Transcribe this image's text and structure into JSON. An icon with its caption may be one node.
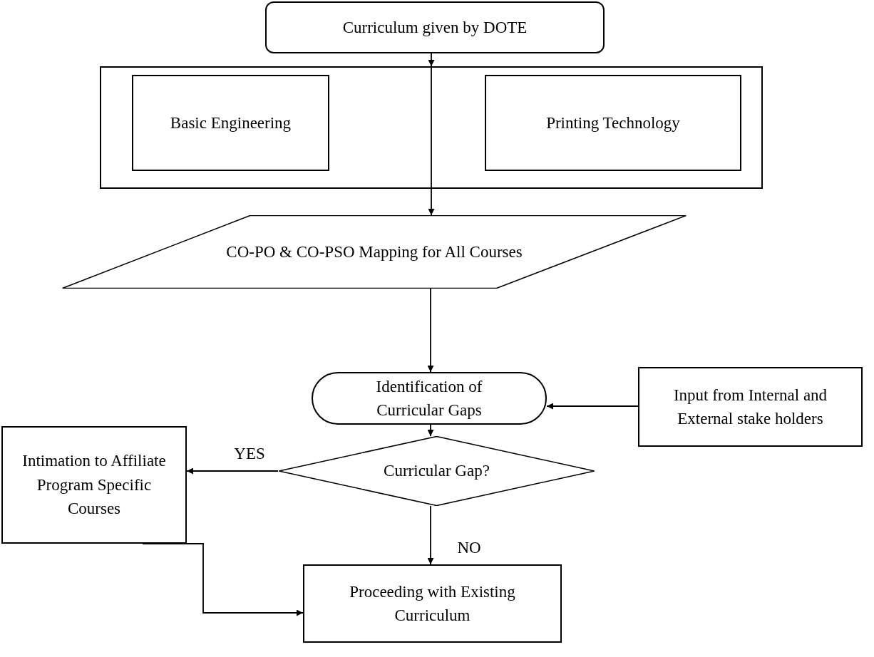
{
  "diagram": {
    "nodes": [
      {
        "text": [
          "Curriculum given by DOTE"
        ]
      },
      {
        "text": [],
        "shape": "box"
      },
      {
        "text": [
          "Basic Engineering"
        ],
        "in": 1
      },
      {
        "text": [
          "Printing Technology"
        ],
        "in": 1
      },
      {
        "text": [
          "CO-PO & CO-PSO Mapping for All Courses"
        ]
      },
      {
        "text": [
          "Identification of Curricular Gaps"
        ]
      },
      {
        "text": [
          "Input from Internal and External stake holders"
        ]
      },
      {
        "text": [
          "Curricular Gap?"
        ]
      },
      {
        "text": [
          "Intimation to Affiliate Program Specific Courses"
        ]
      },
      {
        "text": [
          "Proceeding with Existing Curriculum"
        ]
      }
    ],
    "edges": [
      {
        "from": 0,
        "to": 1,
        "arrow": "to"
      },
      {
        "from": 1,
        "to": 4,
        "arrow": "to"
      },
      {
        "from": 4,
        "to": 5,
        "arrow": "to"
      },
      {
        "from": 6,
        "to": 5,
        "arrow": "to"
      },
      {
        "from": 5,
        "to": 7,
        "arrow": "to"
      },
      {
        "from": 7,
        "to": 8,
        "arrow": "to",
        "label": "YES"
      },
      {
        "from": 7,
        "to": 9,
        "arrow": "to",
        "label": "NO"
      },
      {
        "from": 8,
        "to": 9,
        "arrow": "to"
      }
    ]
  }
}
